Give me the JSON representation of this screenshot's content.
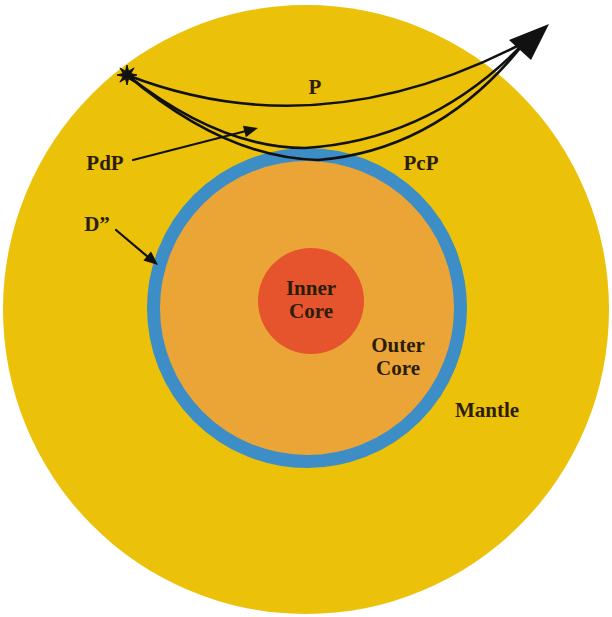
{
  "diagram": {
    "nodes": [
      {
        "text": [
          "Mantle"
        ]
      },
      {
        "text": [
          "Outer Core"
        ],
        "in": 0
      },
      {
        "text": [
          "Inner Core"
        ],
        "in": 1
      }
    ],
    "labels": [
      "P",
      "PcP",
      "PdP",
      "D”"
    ]
  }
}
